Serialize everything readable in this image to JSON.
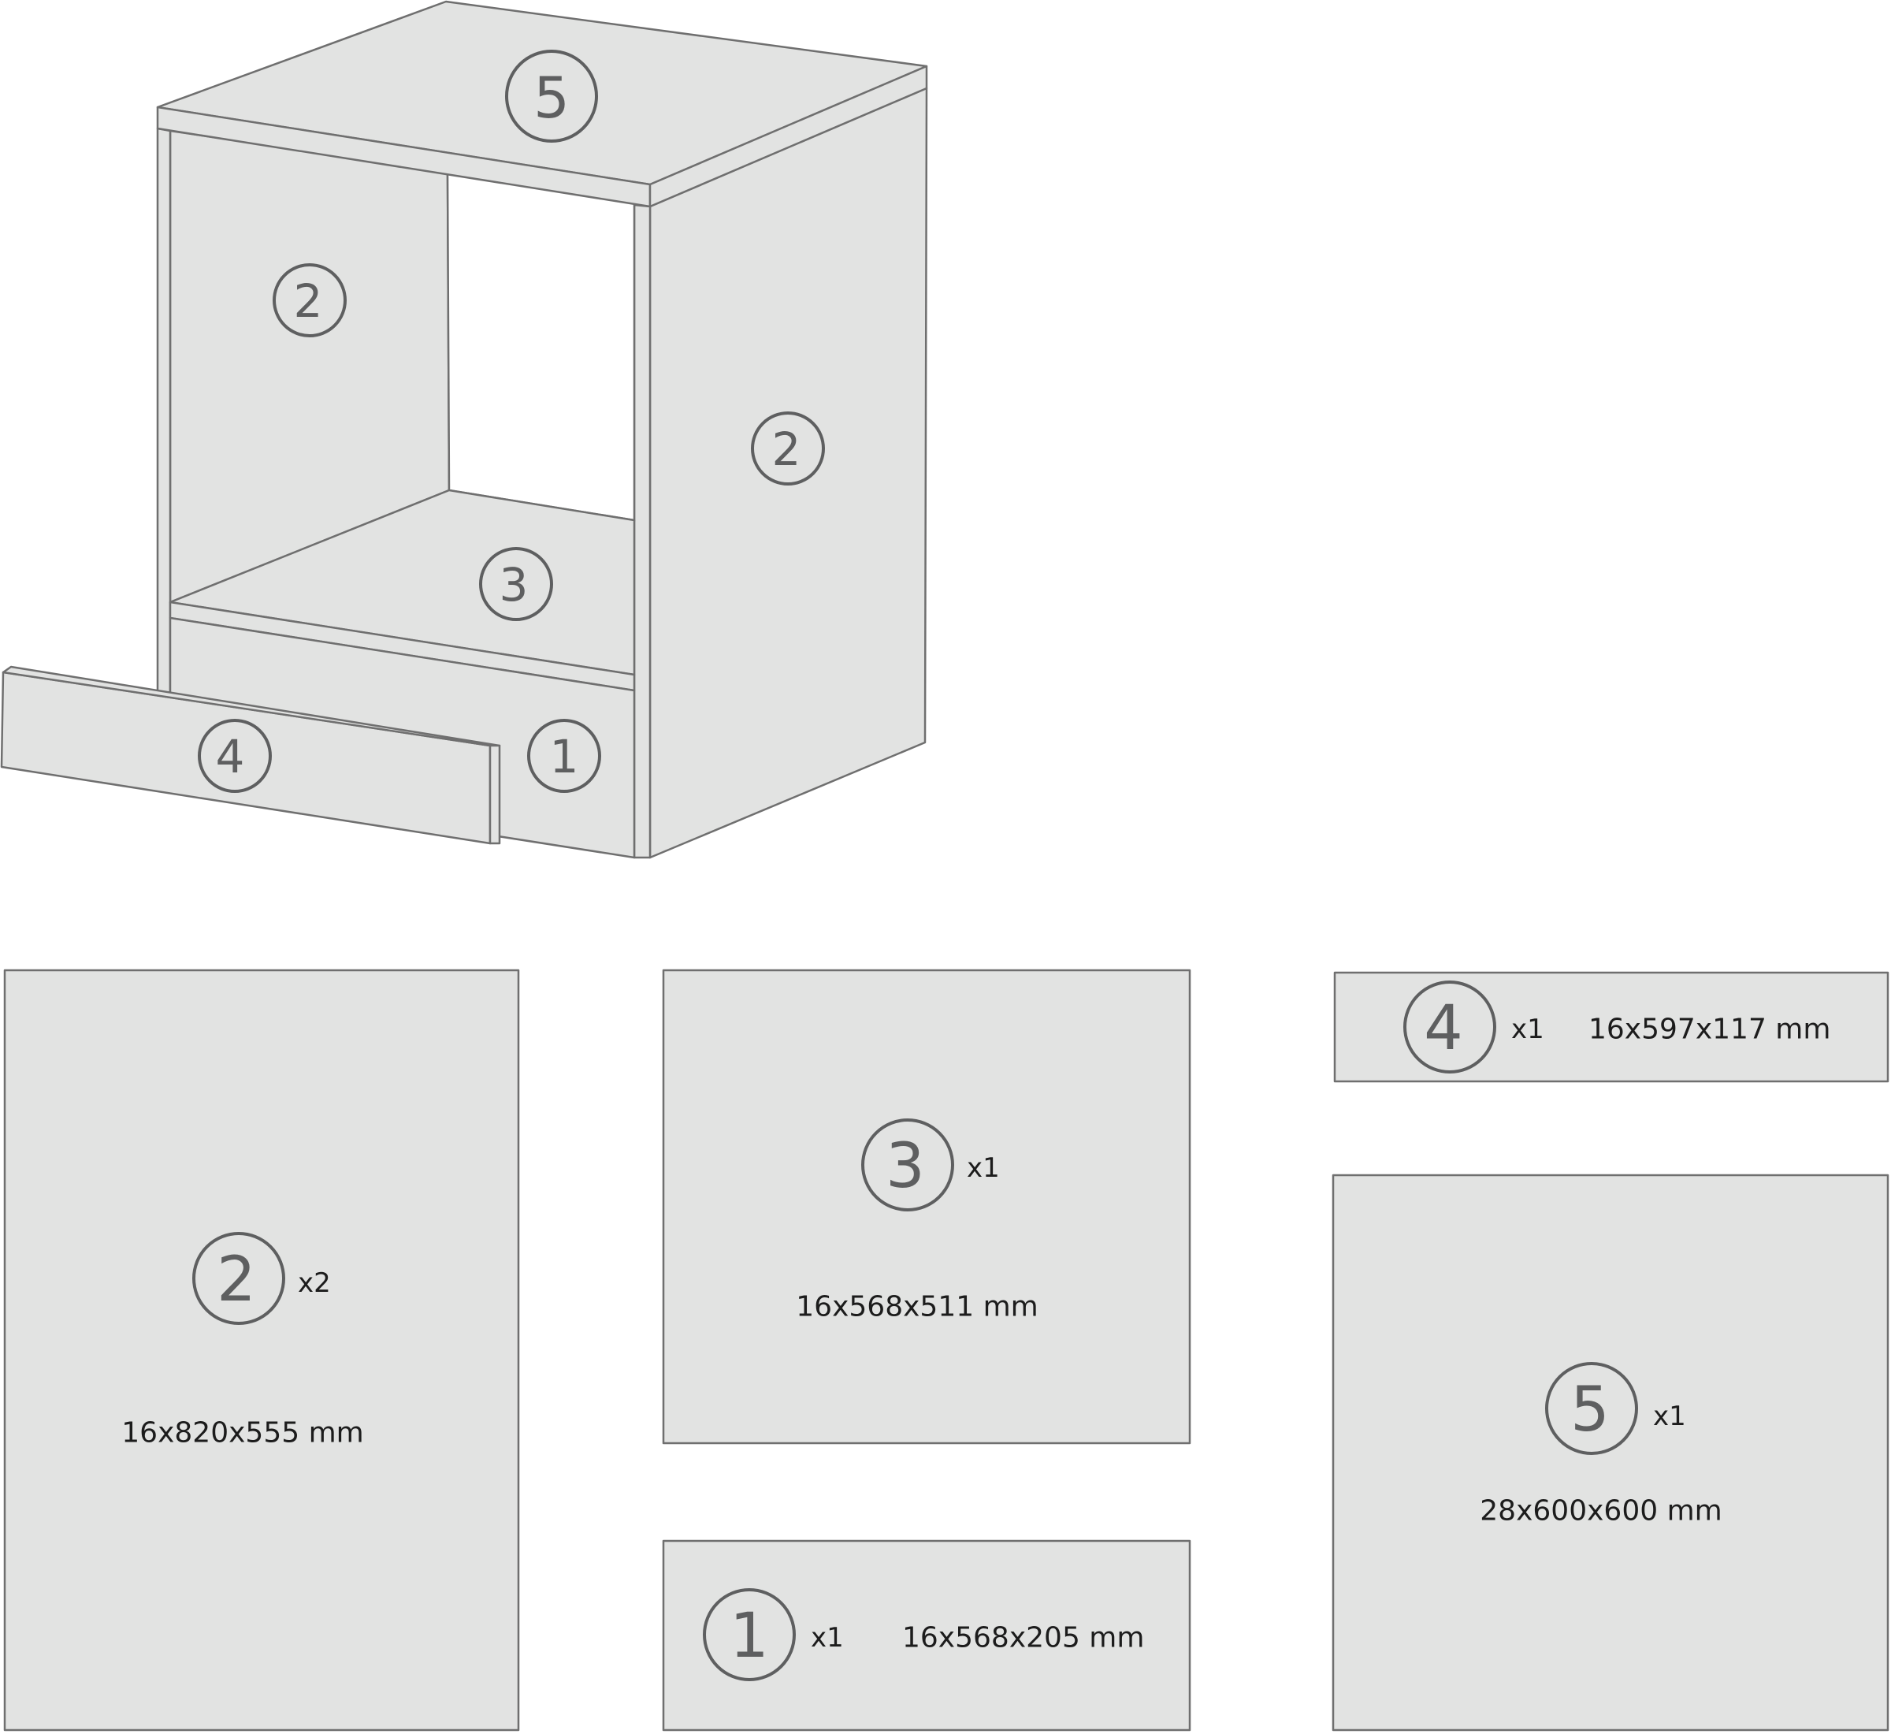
{
  "assembly": {
    "callouts": {
      "top": "5",
      "side_left": "2",
      "side_right": "2",
      "shelf": "3",
      "drawer_front": "4",
      "back_rail": "1"
    }
  },
  "parts": [
    {
      "id": "part-2",
      "number": "2",
      "qty": "x2",
      "dims": "16x820x555 mm"
    },
    {
      "id": "part-3",
      "number": "3",
      "qty": "x1",
      "dims": "16x568x511 mm"
    },
    {
      "id": "part-1",
      "number": "1",
      "qty": "x1",
      "dims": "16x568x205 mm"
    },
    {
      "id": "part-4",
      "number": "4",
      "qty": "x1",
      "dims": "16x597x117 mm"
    },
    {
      "id": "part-5",
      "number": "5",
      "qty": "x1",
      "dims": "28x600x600 mm"
    }
  ],
  "colors": {
    "panel": "#e2e3e2",
    "outline": "#6f6f6f",
    "callout": "#5e5f60",
    "text": "#1c1c1c"
  }
}
